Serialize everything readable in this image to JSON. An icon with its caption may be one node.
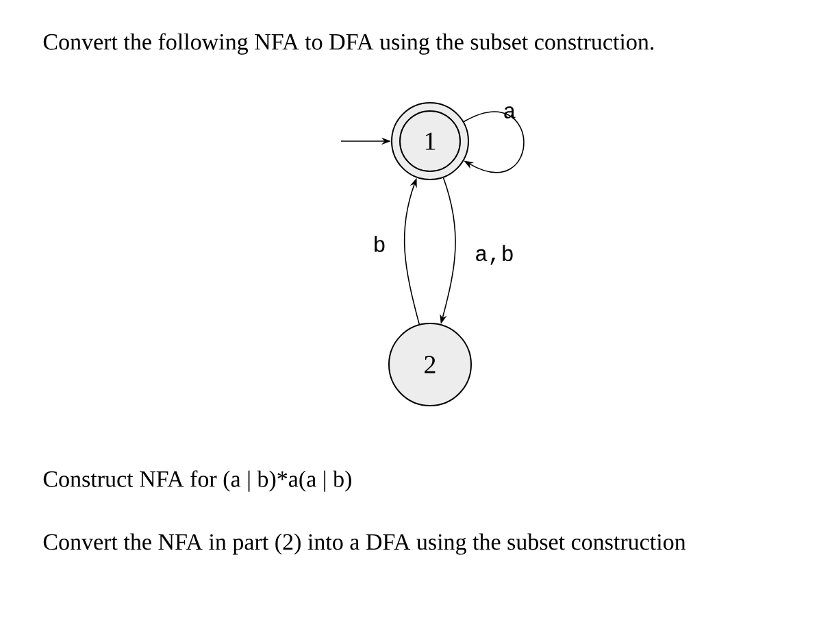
{
  "diagram": {
    "title": "Convert the following NFA to DFA using the subset construction.",
    "nodes": [
      {
        "text": [
          "1"
        ]
      },
      {
        "text": [
          "2"
        ]
      }
    ],
    "edges": [
      {
        "from": null,
        "to": 0,
        "arrow": "to"
      },
      {
        "from": 0,
        "to": 0,
        "arrow": "to",
        "label": "a"
      },
      {
        "from": 0,
        "to": 1,
        "arrow": "to",
        "label": "a,b"
      },
      {
        "from": 1,
        "to": 0,
        "arrow": "to",
        "label": "b"
      }
    ],
    "labels": [
      "Construct NFA for (a | b)*a(a | b)",
      "Convert the NFA in part (2) into a DFA using the subset construction"
    ]
  }
}
